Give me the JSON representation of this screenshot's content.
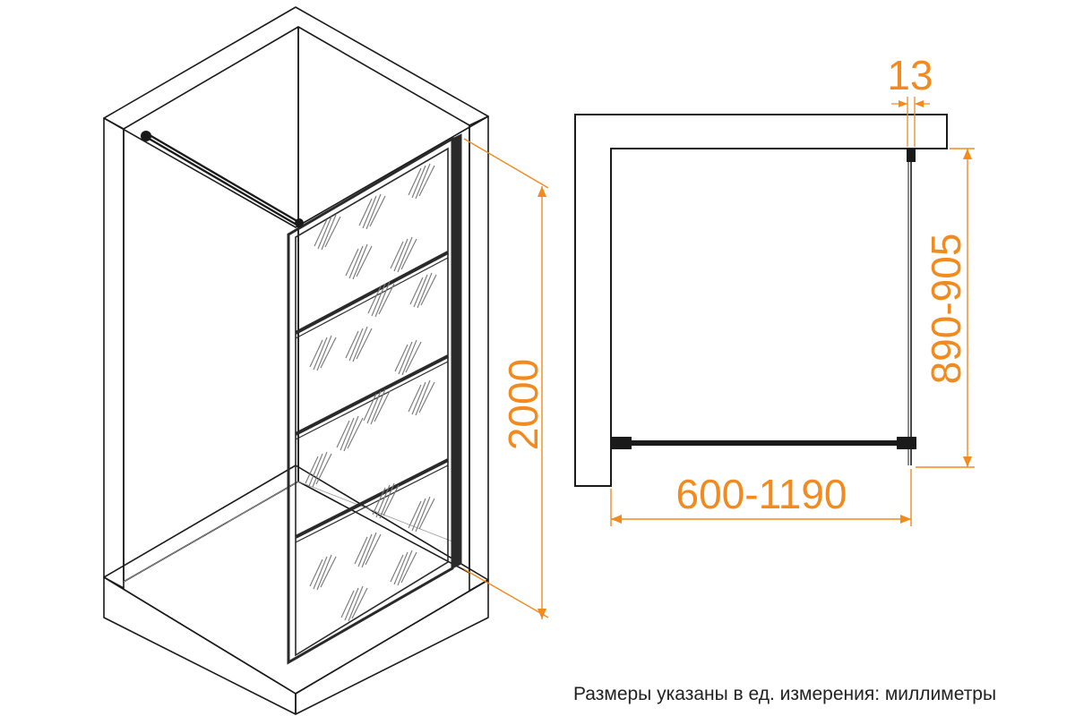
{
  "colors": {
    "line": "#1a1a1a",
    "dimension": "#F28A1E",
    "frame": "#2a2a2a"
  },
  "dimensions": {
    "height": "2000",
    "thickness": "13",
    "depth": "890-905",
    "width": "600-1190"
  },
  "caption": "Размеры указаны в ед. измерения: миллиметры"
}
